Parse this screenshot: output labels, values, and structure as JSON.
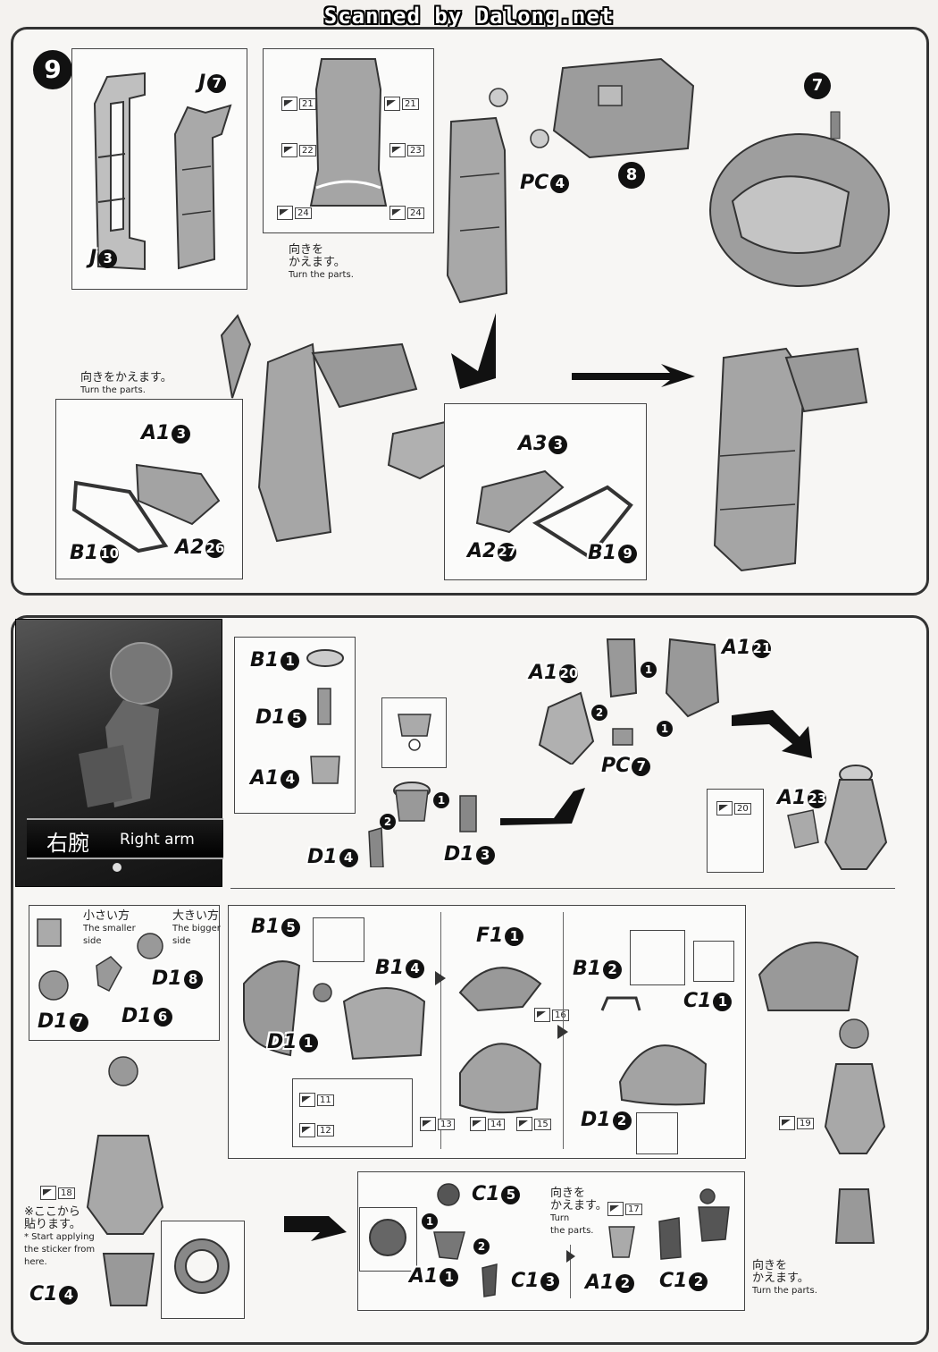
{
  "header": {
    "scan_credit": "Scanned by Dalong.net"
  },
  "step": {
    "number": "9"
  },
  "top_panel": {
    "labels": {
      "j7": "J",
      "j7_num": "7",
      "j3": "J",
      "j3_num": "3",
      "pc4": "PC",
      "pc4_num": "4",
      "a13": "A1",
      "a13_num": "3",
      "a226": "A2",
      "a226_num": "26",
      "b110": "B1",
      "b110_num": "10",
      "a33": "A3",
      "a33_num": "3",
      "a227": "A2",
      "a227_num": "27",
      "b19": "B1",
      "b19_num": "9"
    },
    "badges": {
      "head": "7",
      "body": "8"
    },
    "stickers": [
      "21",
      "21",
      "22",
      "23",
      "24",
      "24"
    ],
    "turn_note_1": {
      "jp_line1": "向きを",
      "jp_line2": "かえます。",
      "en": "Turn the parts."
    },
    "turn_note_2": {
      "jp": "向きをかえます。",
      "en": "Turn the parts."
    }
  },
  "bottom_panel": {
    "section_title_jp": "右腕",
    "section_title_en": "Right arm",
    "labels": {
      "b11": "B1",
      "b11_num": "1",
      "d15": "D1",
      "d15_num": "5",
      "a14": "A1",
      "a14_num": "4",
      "d14": "D1",
      "d14_num": "4",
      "d13": "D1",
      "d13_num": "3",
      "a120": "A1",
      "a120_num": "20",
      "a121": "A1",
      "a121_num": "21",
      "pc7": "PC",
      "pc7_num": "7",
      "a123": "A1",
      "a123_num": "23",
      "d18": "D1",
      "d18_num": "8",
      "d17": "D1",
      "d17_num": "7",
      "d16": "D1",
      "d16_num": "6",
      "b15": "B1",
      "b15_num": "5",
      "b14": "B1",
      "b14_num": "4",
      "d11": "D1",
      "d11_num": "1",
      "f11": "F1",
      "f11_num": "1",
      "b12": "B1",
      "b12_num": "2",
      "c11": "C1",
      "c11_num": "1",
      "d12": "D1",
      "d12_num": "2",
      "c15": "C1",
      "c15_num": "5",
      "a11": "A1",
      "a11_num": "1",
      "c13": "C1",
      "c13_num": "3",
      "a12": "A1",
      "a12_num": "2",
      "c12": "C1",
      "c12_num": "2",
      "c14": "C1",
      "c14_num": "4"
    },
    "stickers": [
      "20",
      "16",
      "11",
      "12",
      "13",
      "14",
      "15",
      "19",
      "18",
      "17"
    ],
    "size_note": {
      "smaller_jp": "小さい方",
      "smaller_en_1": "The smaller",
      "smaller_en_2": "side",
      "bigger_jp": "大きい方",
      "bigger_en_1": "The bigger",
      "bigger_en_2": "side"
    },
    "sticker_start_note": {
      "jp_line1": "※ここから",
      "jp_line2": "貼ります。",
      "en_line1": "* Start applying",
      "en_line2": "the sticker from",
      "en_line3": "here."
    },
    "turn_note_3": {
      "jp_line1": "向きを",
      "jp_line2": "かえます。",
      "en_line1": "Turn",
      "en_line2": "the parts."
    },
    "turn_note_4": {
      "jp_line1": "向きを",
      "jp_line2": "かえます。",
      "en": "Turn the parts."
    },
    "sequence_numbers": [
      "1",
      "2",
      "1",
      "2",
      "1",
      "1",
      "2"
    ]
  }
}
